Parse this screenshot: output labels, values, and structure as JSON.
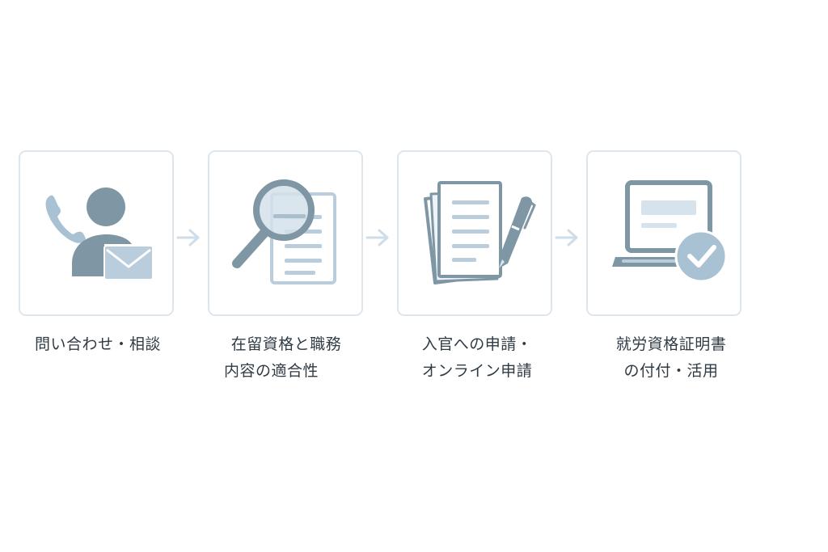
{
  "steps": [
    {
      "icon": "phone-person-mail-icon",
      "label_lines": [
        "問い合わせ・相談"
      ]
    },
    {
      "icon": "magnifier-document-icon",
      "label_lines": [
        "在留資格と職務",
        "内容の適合性"
      ]
    },
    {
      "icon": "documents-pen-icon",
      "label_lines": [
        "入官への申請・",
        "オンライン申請"
      ]
    },
    {
      "icon": "laptop-check-icon",
      "label_lines": [
        "就労資格証明書",
        "の付付・活用"
      ]
    }
  ],
  "colors": {
    "card_border": "#dde6ee",
    "icon_dark": "#7f97a5",
    "icon_light": "#b9cddd",
    "icon_pale": "#e6eef4",
    "arrow": "#cfdde8",
    "text": "#2f3b45"
  }
}
